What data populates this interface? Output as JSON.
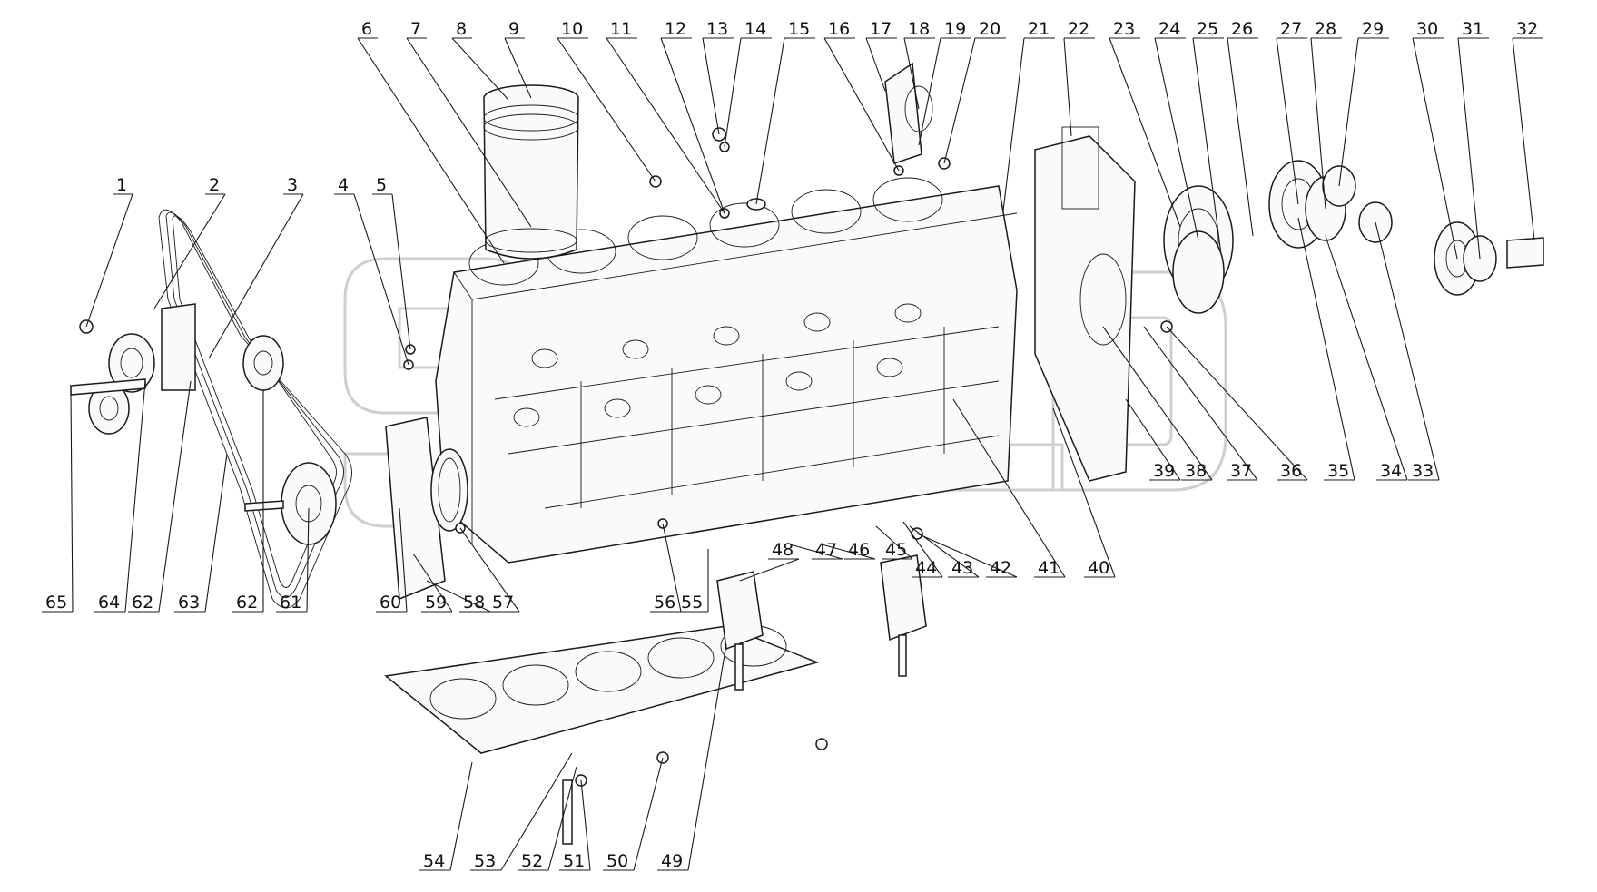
{
  "diagram": {
    "callouts": [
      {
        "n": "1"
      },
      {
        "n": "2"
      },
      {
        "n": "3"
      },
      {
        "n": "4"
      },
      {
        "n": "5"
      },
      {
        "n": "6"
      },
      {
        "n": "7"
      },
      {
        "n": "8"
      },
      {
        "n": "9"
      },
      {
        "n": "10"
      },
      {
        "n": "11"
      },
      {
        "n": "12"
      },
      {
        "n": "13"
      },
      {
        "n": "14"
      },
      {
        "n": "15"
      },
      {
        "n": "16"
      },
      {
        "n": "17"
      },
      {
        "n": "18"
      },
      {
        "n": "19"
      },
      {
        "n": "20"
      },
      {
        "n": "21"
      },
      {
        "n": "22"
      },
      {
        "n": "23"
      },
      {
        "n": "24"
      },
      {
        "n": "25"
      },
      {
        "n": "26"
      },
      {
        "n": "27"
      },
      {
        "n": "28"
      },
      {
        "n": "29"
      },
      {
        "n": "30"
      },
      {
        "n": "31"
      },
      {
        "n": "32"
      },
      {
        "n": "33"
      },
      {
        "n": "34"
      },
      {
        "n": "35"
      },
      {
        "n": "36"
      },
      {
        "n": "37"
      },
      {
        "n": "38"
      },
      {
        "n": "39"
      },
      {
        "n": "40"
      },
      {
        "n": "41"
      },
      {
        "n": "42"
      },
      {
        "n": "43"
      },
      {
        "n": "44"
      },
      {
        "n": "45"
      },
      {
        "n": "46"
      },
      {
        "n": "47"
      },
      {
        "n": "48"
      },
      {
        "n": "49"
      },
      {
        "n": "50"
      },
      {
        "n": "51"
      },
      {
        "n": "52"
      },
      {
        "n": "53"
      },
      {
        "n": "54"
      },
      {
        "n": "55"
      },
      {
        "n": "56"
      },
      {
        "n": "57"
      },
      {
        "n": "58"
      },
      {
        "n": "59"
      },
      {
        "n": "60"
      },
      {
        "n": "61"
      },
      {
        "n": "62"
      },
      {
        "n": "63"
      },
      {
        "n": "62"
      },
      {
        "n": "64"
      },
      {
        "n": "65"
      }
    ],
    "colors": {
      "ink": "#1a1a1a",
      "watermark": "#cfcfcf"
    }
  }
}
